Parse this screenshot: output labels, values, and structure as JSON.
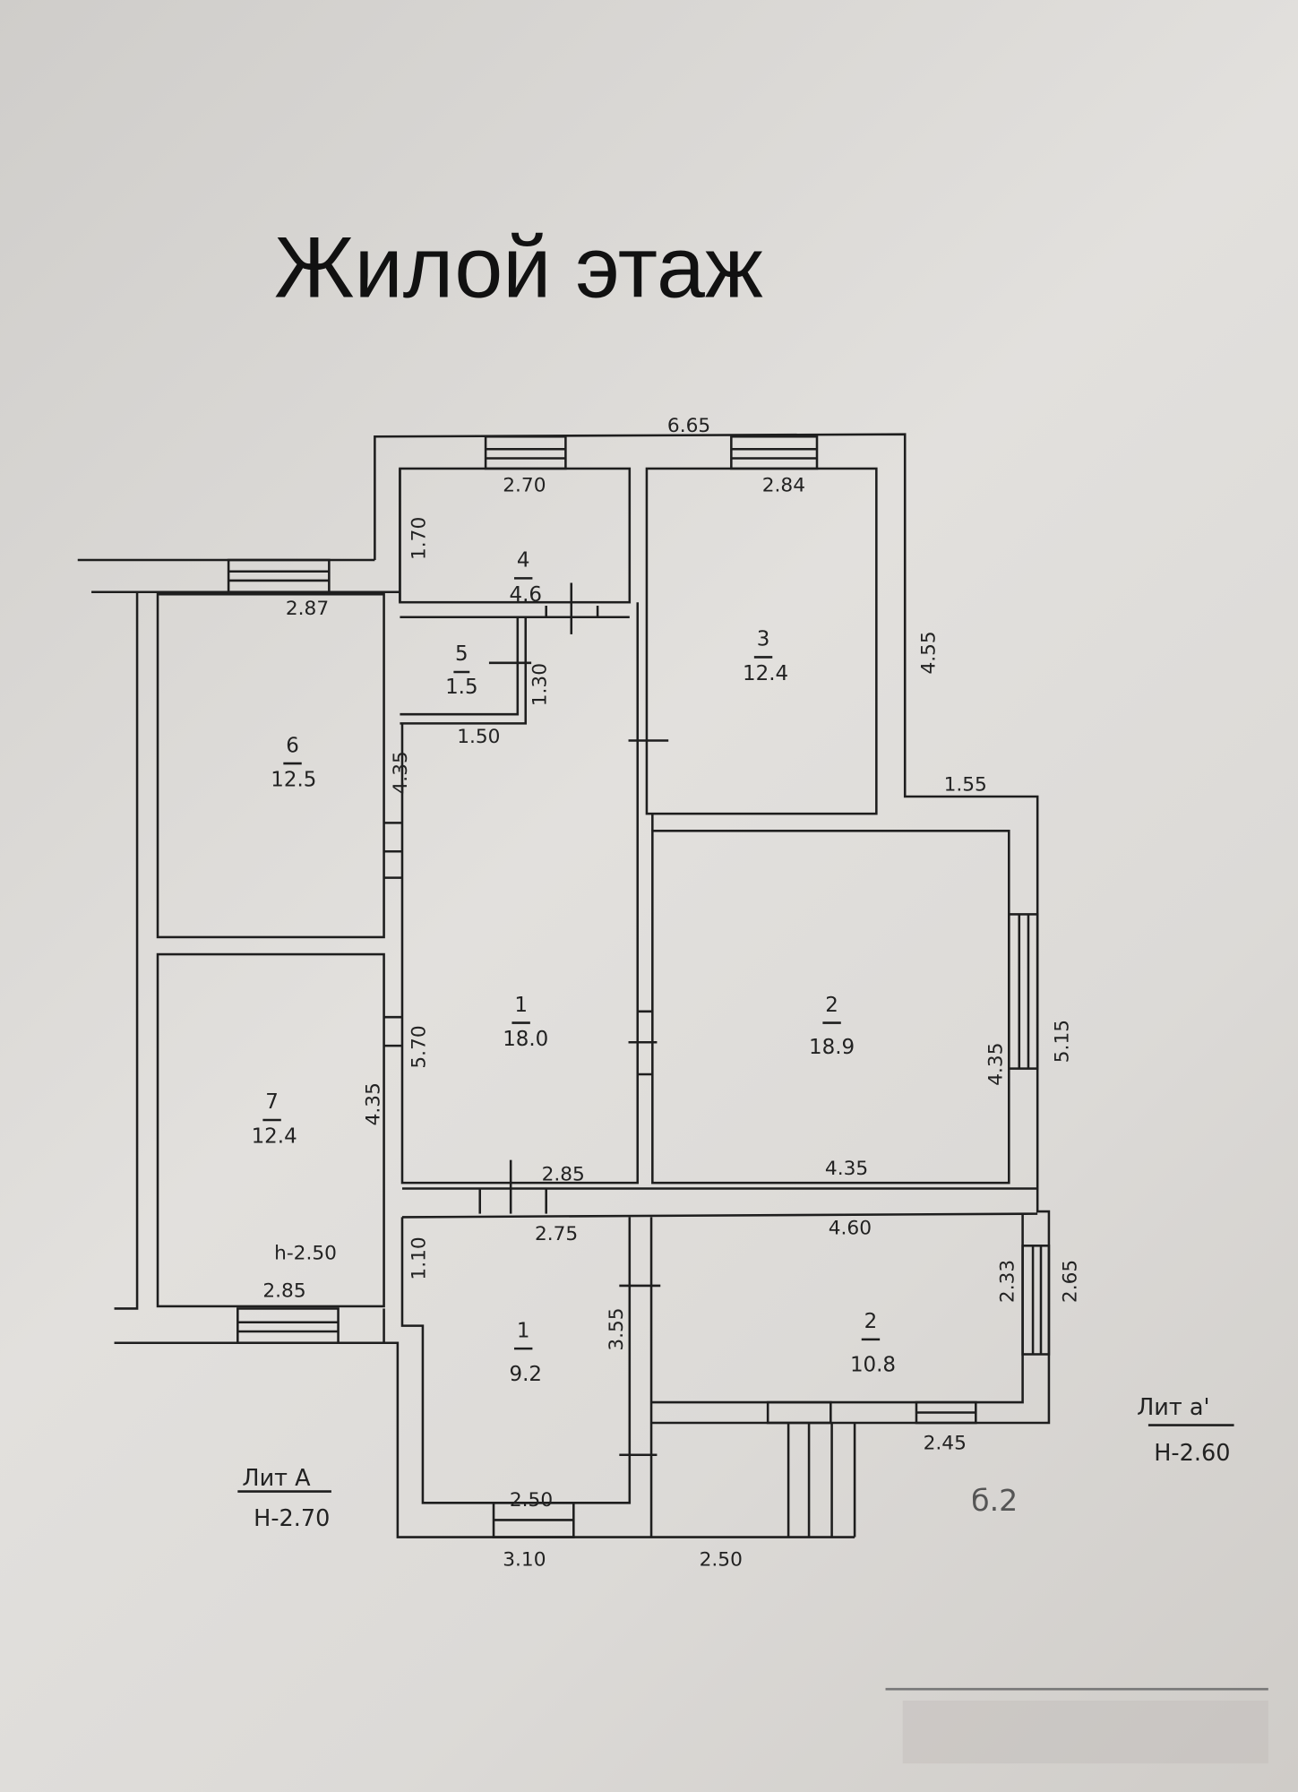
{
  "title": "Жилой этаж",
  "rooms": [
    {
      "number": "1",
      "area": "18.0"
    },
    {
      "number": "2",
      "area": "18.9"
    },
    {
      "number": "3",
      "area": "12.4"
    },
    {
      "number": "4",
      "area": "4.6"
    },
    {
      "number": "5",
      "area": "1.5"
    },
    {
      "number": "6",
      "area": "12.5"
    },
    {
      "number": "7",
      "area": "12.4"
    },
    {
      "number": "1",
      "area": "9.2"
    },
    {
      "number": "2",
      "area": "10.8"
    }
  ],
  "dimensions": {
    "top_total": "6.65",
    "room4_width": "2.70",
    "room4_height": "1.70",
    "room3_width": "2.84",
    "room3_height": "4.55",
    "room5_width": "1.50",
    "room5_height": "1.30",
    "step_right": "1.55",
    "room6_width": "2.87",
    "room6_height": "4.35",
    "room7_height": "4.35",
    "room7_width": "2.85",
    "room7_ceiling": "h-2.50",
    "room1_height": "5.70",
    "room1_width": "2.85",
    "room2_width": "4.35",
    "room2_height": "4.35",
    "room2_outer": "5.15",
    "corridor_left": "2.75",
    "corridor_right": "4.60",
    "bottom1_height": "1.10",
    "bottom1_side": "3.55",
    "bottom1_width": "2.50",
    "bottom2_inner": "2.33",
    "bottom2_outer": "2.65",
    "bottom2_width": "2.45",
    "bottom_total_left": "3.10",
    "bottom_total_right": "2.50"
  },
  "lit_a": {
    "label": "Лит А",
    "height": "Н-2.70"
  },
  "lit_a1": {
    "label": "Лит а'",
    "height": "Н-2.60"
  },
  "note": "б.2"
}
